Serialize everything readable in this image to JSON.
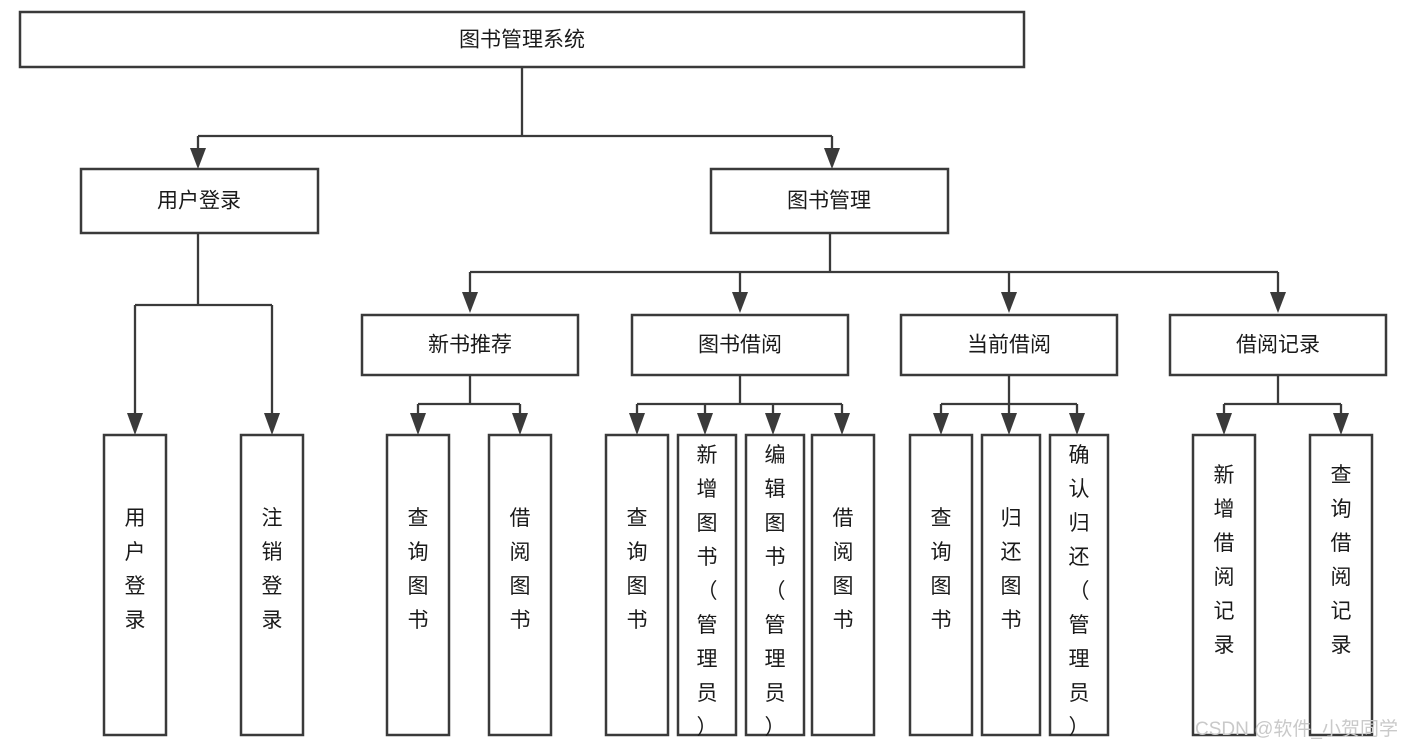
{
  "diagram": {
    "title": "图书管理系统",
    "type": "tree-hierarchy-diagram",
    "colors": {
      "stroke": "#3a3a3a",
      "fill": "#ffffff",
      "text": "#1a1a1a",
      "watermark": "#c9c9c9"
    },
    "root": {
      "label": "图书管理系统"
    },
    "level2": [
      {
        "label": "用户登录"
      },
      {
        "label": "图书管理"
      }
    ],
    "level3": [
      {
        "label": "新书推荐"
      },
      {
        "label": "图书借阅"
      },
      {
        "label": "当前借阅"
      },
      {
        "label": "借阅记录"
      }
    ],
    "leaves": {
      "user_login": [
        {
          "label": "用户登录"
        },
        {
          "label": "注销登录"
        }
      ],
      "new_book_recommend": [
        {
          "label": "查询图书"
        },
        {
          "label": "借阅图书"
        }
      ],
      "book_borrow": [
        {
          "label": "查询图书"
        },
        {
          "label": "新增图书（管理员）"
        },
        {
          "label": "编辑图书（管理员）"
        },
        {
          "label": "借阅图书"
        }
      ],
      "current_borrow": [
        {
          "label": "查询图书"
        },
        {
          "label": "归还图书"
        },
        {
          "label": "确认归还（管理员）"
        }
      ],
      "borrow_record": [
        {
          "label": "新增借阅记录"
        },
        {
          "label": "查询借阅记录"
        }
      ]
    },
    "watermark": "CSDN @软件_小贺同学"
  }
}
